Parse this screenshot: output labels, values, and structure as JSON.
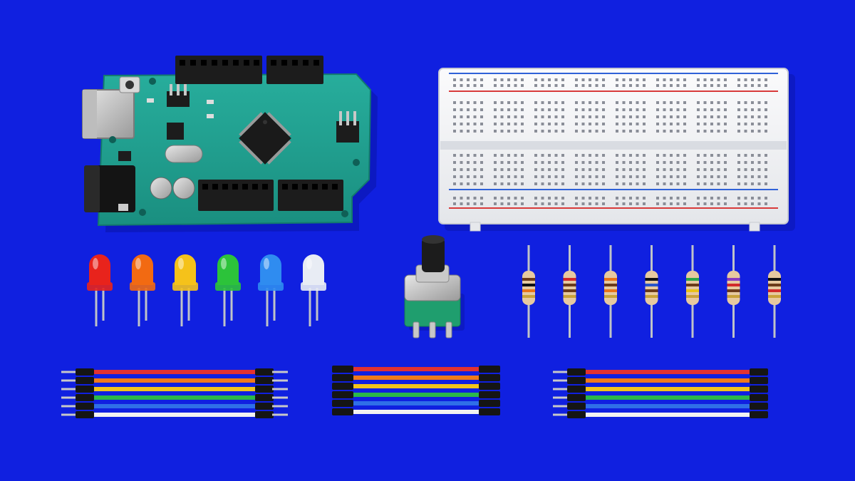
{
  "scene": {
    "background": "#1020e0",
    "objects": [
      "microcontroller-board",
      "breadboard",
      "leds",
      "potentiometer",
      "resistors",
      "jumper-wires"
    ]
  },
  "board": {
    "pcb_color": "#1f9e8e",
    "header_color": "#1a1a1a",
    "chip_color": "#1b1b1b"
  },
  "breadboard": {
    "body_color": "#f4f5f7",
    "rail_red": "#d83a3a",
    "rail_blue": "#2f62d8"
  },
  "leds": [
    {
      "color": "red",
      "hex": "#e8231c"
    },
    {
      "color": "orange",
      "hex": "#f26a12"
    },
    {
      "color": "yellow",
      "hex": "#f5c21a"
    },
    {
      "color": "green",
      "hex": "#2cc33a"
    },
    {
      "color": "blue",
      "hex": "#2f8cf0"
    },
    {
      "color": "white",
      "hex": "#e8ecf4"
    }
  ],
  "resistors": [
    {
      "bands": [
        "#6b3b1a",
        "#111111",
        "#e8741a",
        "#c9a23a"
      ]
    },
    {
      "bands": [
        "#d22a2a",
        "#6b3b1a",
        "#6b3b1a",
        "#c9a23a"
      ]
    },
    {
      "bands": [
        "#e8741a",
        "#6b3b1a",
        "#e8741a",
        "#c9a23a"
      ]
    },
    {
      "bands": [
        "#111111",
        "#2a56c8",
        "#6b3b1a",
        "#c9a23a"
      ]
    },
    {
      "bands": [
        "#2aa64a",
        "#6b3b1a",
        "#e8c21a",
        "#c9a23a"
      ]
    },
    {
      "bands": [
        "#8a3bc0",
        "#d22a2a",
        "#6b3b1a",
        "#c9a23a"
      ]
    },
    {
      "bands": [
        "#111111",
        "#6b3b1a",
        "#d22a2a",
        "#c9a23a"
      ]
    }
  ],
  "wire_colors": [
    "#e23232",
    "#f07a1a",
    "#f2c41c",
    "#2bb84a",
    "#2f6fe8",
    "#f2f2f2"
  ]
}
